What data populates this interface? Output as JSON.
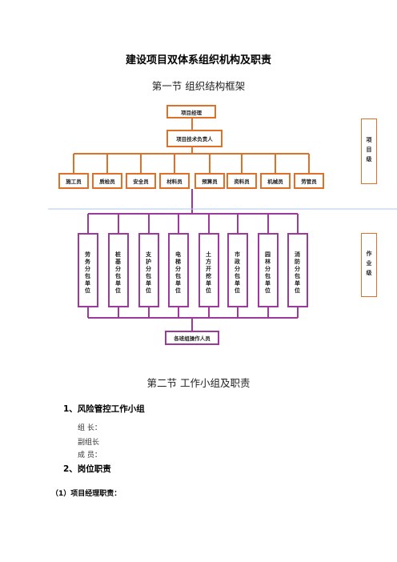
{
  "title": "建设项目双体系组织机构及职责",
  "section1": "第一节    组织结构框架",
  "chart": {
    "top_box": "项目经理",
    "second_box": "项目技术负责人",
    "staff_boxes": [
      "施工员",
      "质检员",
      "安全员",
      "材料员",
      "预算员",
      "资料员",
      "机械员",
      "劳管员"
    ],
    "sub_units": [
      "劳务分包单位",
      "桩基分包单位",
      "支护分包单位",
      "电梯分包单位",
      "土方开挖单位",
      "市政分包单位",
      "园林分包单位",
      "消防分包单位"
    ],
    "bottom_box": "各班组操作人员",
    "side_top": "项目级",
    "side_bottom": "作业级"
  },
  "section2": "第二节  工作小组及职责",
  "group_heading": "1、风险管控工作小组",
  "group_lines": [
    "组    长：",
    "副组长",
    "成    员："
  ],
  "duties_heading": "2、岗位职责",
  "pm_heading": "（1）项目经理职责："
}
